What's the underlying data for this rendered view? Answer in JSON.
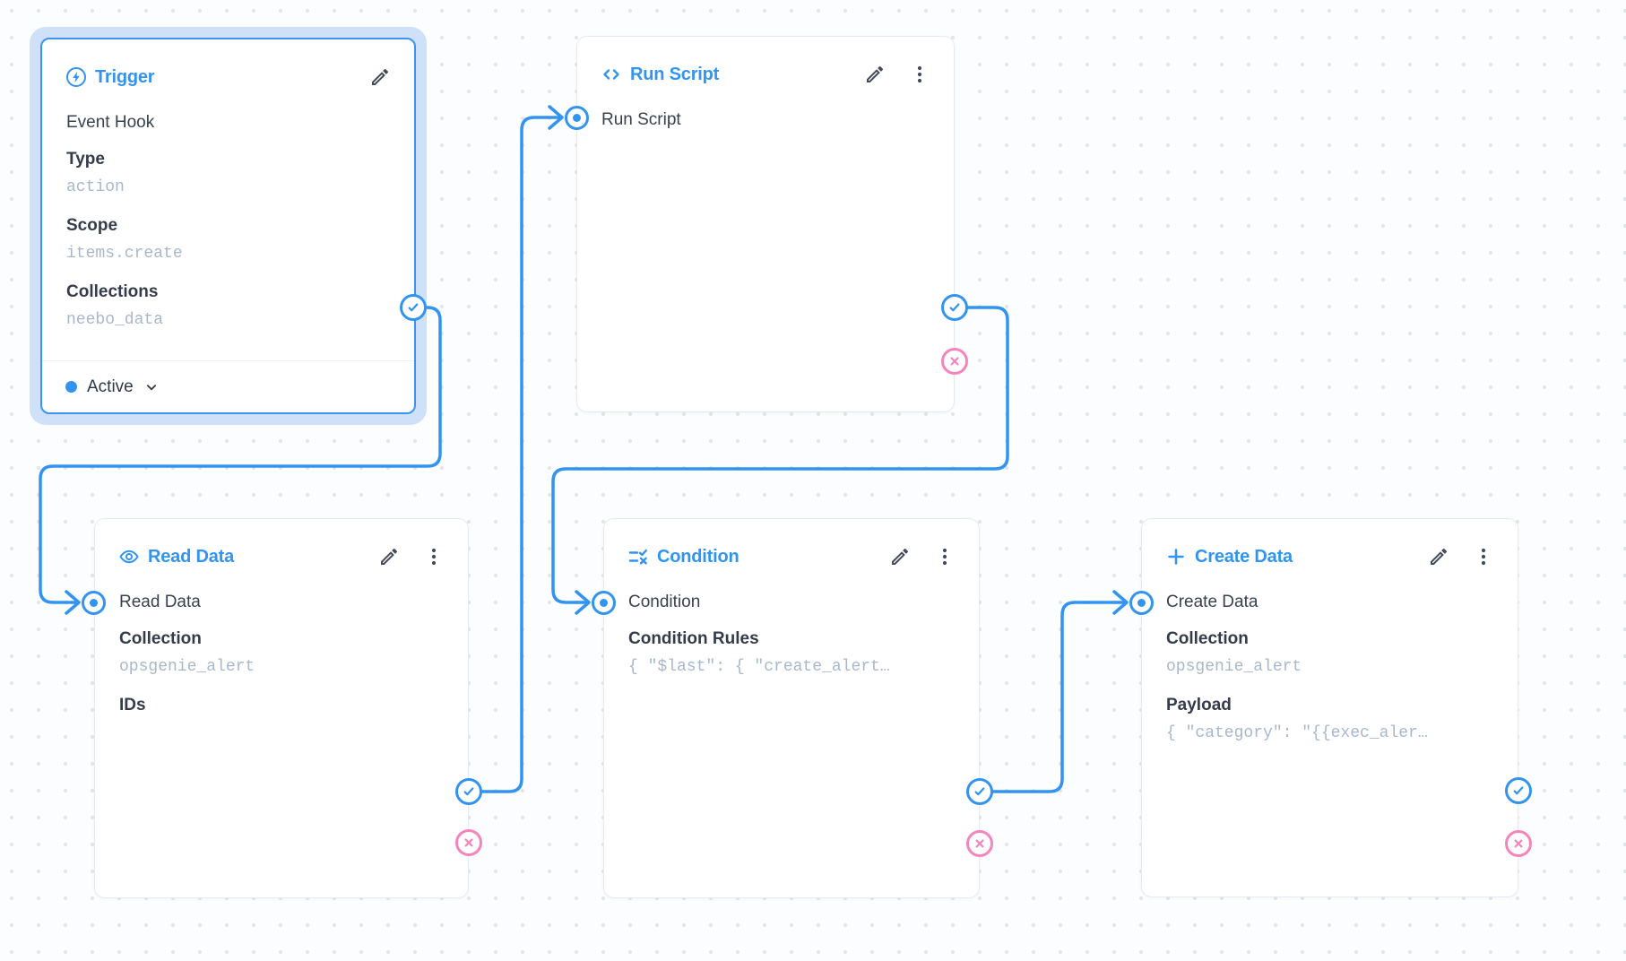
{
  "colors": {
    "primary_blue": "#3294f0",
    "reject_pink": "#f584bd",
    "header_text": "#3294f0",
    "body_text": "#39414f",
    "field_label_text": "#343c4b",
    "mono_subdued_text": "#a7b7cc",
    "card_border": "#e7ebf1",
    "selection_glow": "#cee1f8",
    "canvas_background": "#fcfdfe",
    "grid_dot": "#e2e6eb"
  },
  "icons": {
    "trigger": "bolt-circle-icon",
    "run_script": "code-icon",
    "read_data": "eye-icon",
    "condition": "rule-icon",
    "create_data": "plus-icon",
    "edit": "pencil-icon",
    "menu": "vertical-dots-icon",
    "resolve_connector": "check-circle",
    "reject_connector": "x-circle",
    "input_connector": "dot-circle",
    "status_expand": "chevron-down-icon"
  },
  "nodes": {
    "trigger": {
      "title": "Trigger",
      "subtitle": "Event Hook",
      "fields": [
        {
          "label": "Type",
          "value": "action"
        },
        {
          "label": "Scope",
          "value": "items.create"
        },
        {
          "label": "Collections",
          "value": "neebo_data"
        }
      ],
      "status": {
        "label": "Active"
      },
      "selected": true
    },
    "run_script": {
      "title": "Run Script",
      "label": "Run Script"
    },
    "read_data": {
      "title": "Read Data",
      "label": "Read Data",
      "fields": [
        {
          "label": "Collection",
          "value": "opsgenie_alert"
        },
        {
          "label": "IDs",
          "value": ""
        }
      ]
    },
    "condition": {
      "title": "Condition",
      "label": "Condition",
      "fields": [
        {
          "label": "Condition Rules",
          "value": "{ \"$last\": { \"create_alert…"
        }
      ]
    },
    "create_data": {
      "title": "Create Data",
      "label": "Create Data",
      "fields": [
        {
          "label": "Collection",
          "value": "opsgenie_alert"
        },
        {
          "label": "Payload",
          "value": "{ \"category\": \"{{exec_aler…"
        }
      ]
    }
  },
  "edges": [
    {
      "from": "trigger",
      "output": "resolve",
      "to": "read_data"
    },
    {
      "from": "read_data",
      "output": "resolve",
      "to": "run_script"
    },
    {
      "from": "run_script",
      "output": "resolve",
      "to": "condition"
    },
    {
      "from": "condition",
      "output": "resolve",
      "to": "create_data"
    }
  ]
}
